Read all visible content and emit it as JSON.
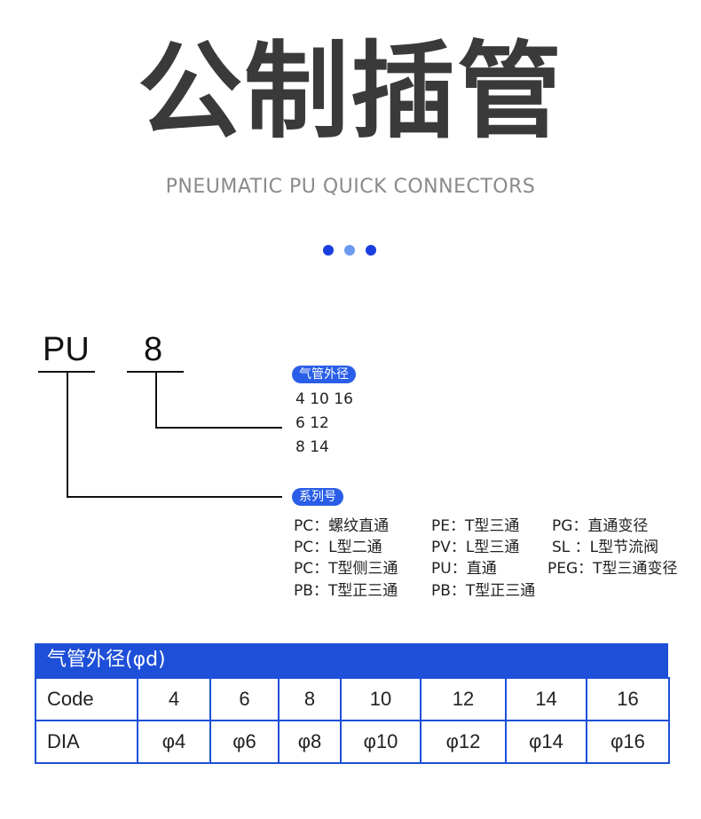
{
  "header": {
    "title": "公制插管",
    "subtitle": "PNEUMATIC PU QUICK CONNECTORS"
  },
  "colors": {
    "accent": "#1d4fd8",
    "dot_primary": "#1a3fe0",
    "dot_light": "#6a9af0",
    "pill_blue": "#2a5ee8"
  },
  "model": {
    "series_code": "PU",
    "size_code": "8"
  },
  "size_label": "气管外径",
  "sizes": [
    "4  10  16",
    "6  12",
    "8  14"
  ],
  "series_label": "系列号",
  "series_rows": [
    [
      "PC：螺纹直通",
      "PE：T型三通",
      "PG：直通变径"
    ],
    [
      "PC：L型二通",
      "PV：L型三通",
      "SL ：L型节流阀"
    ],
    [
      "PC：T型侧三通",
      "PU：直通",
      "PEG：T型三通变径"
    ],
    [
      "PB：T型正三通",
      "PB：T型正三通",
      ""
    ]
  ],
  "table": {
    "title": "气管外径(φd)",
    "rows": [
      [
        "Code",
        "4",
        "6",
        "8",
        "10",
        "12",
        "14",
        "16"
      ],
      [
        "DIA",
        "φ4",
        "φ6",
        "φ8",
        "φ10",
        "φ12",
        "φ14",
        "φ16"
      ]
    ]
  }
}
